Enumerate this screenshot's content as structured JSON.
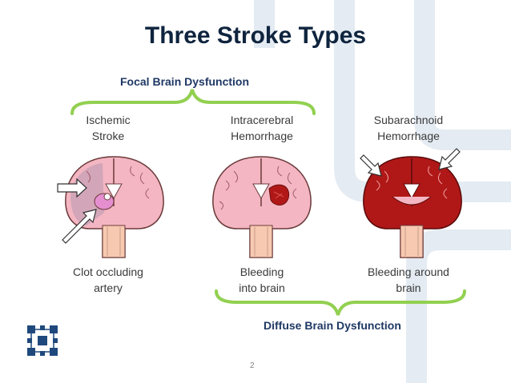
{
  "slide": {
    "title": "Three Stroke Types",
    "focal_label": "Focal Brain Dysfunction",
    "diffuse_label": "Diffuse Brain Dysfunction",
    "page_number": "2"
  },
  "columns": [
    {
      "type_line1": "Ischemic",
      "type_line2": "Stroke",
      "caption_line1": "Clot occluding",
      "caption_line2": "artery"
    },
    {
      "type_line1": "Intracerebral",
      "type_line2": "Hemorrhage",
      "caption_line1": "Bleeding",
      "caption_line2": "into brain"
    },
    {
      "type_line1": "Subarachnoid",
      "type_line2": "Hemorrhage",
      "caption_line1": "Bleeding around",
      "caption_line2": "brain"
    }
  ],
  "colors": {
    "title": "#0f243e",
    "label": "#1f3864",
    "brace": "#92d050",
    "brain": "#f4b6c2",
    "blood": "#b01818",
    "logo": "#1f497d"
  },
  "icons": [
    "brain-illustration",
    "arrow-icon",
    "logo-icon"
  ]
}
